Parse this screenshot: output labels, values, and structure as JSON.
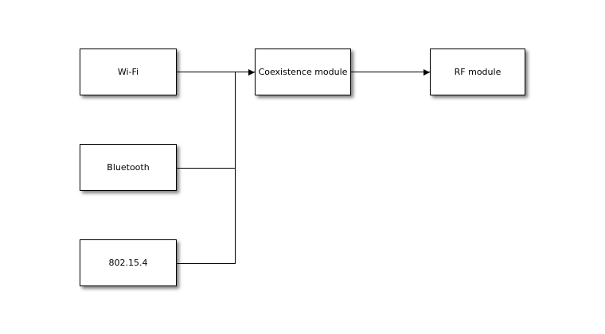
{
  "diagram": {
    "nodes": [
      {
        "id": "wifi",
        "label": "Wi-Fi"
      },
      {
        "id": "bluetooth",
        "label": "Bluetooth"
      },
      {
        "id": "ieee-802-15-4",
        "label": "802.15.4"
      },
      {
        "id": "coexistence-module",
        "label": "Coexistence module"
      },
      {
        "id": "rf-module",
        "label": "RF module"
      }
    ],
    "edges": [
      {
        "from": "wifi",
        "to": "coexistence-module",
        "arrow": true
      },
      {
        "from": "bluetooth",
        "to": "coexistence-module",
        "arrow": true
      },
      {
        "from": "ieee-802-15-4",
        "to": "coexistence-module",
        "arrow": true
      },
      {
        "from": "coexistence-module",
        "to": "rf-module",
        "arrow": true
      }
    ],
    "colors": {
      "background": "#ffffff",
      "node_fill": "#ffffff",
      "node_border": "#000000",
      "connector": "#000000",
      "shadow": "rgba(0,0,0,0.5)"
    }
  }
}
